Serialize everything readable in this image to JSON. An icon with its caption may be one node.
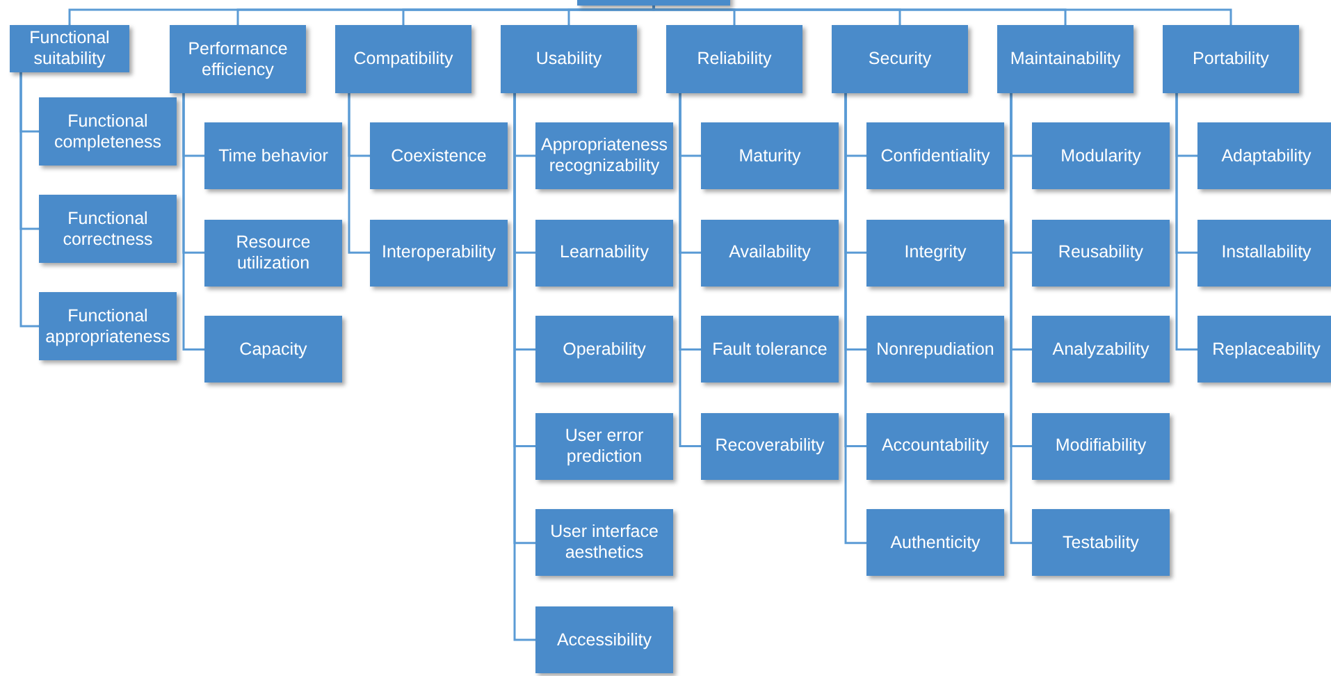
{
  "diagram": {
    "nodes": [
      {
        "text": [],
        "shape": "box"
      },
      {
        "text": [
          "Functional suitability"
        ]
      },
      {
        "text": [
          "Functional completeness"
        ]
      },
      {
        "text": [
          "Functional correctness"
        ]
      },
      {
        "text": [
          "Functional appropriateness"
        ]
      },
      {
        "text": [
          "Performance efficiency"
        ]
      },
      {
        "text": [
          "Time behavior"
        ]
      },
      {
        "text": [
          "Resource utilization"
        ]
      },
      {
        "text": [
          "Capacity"
        ]
      },
      {
        "text": [
          "Compatibility"
        ]
      },
      {
        "text": [
          "Coexistence"
        ]
      },
      {
        "text": [
          "Interoperability"
        ]
      },
      {
        "text": [
          "Usability"
        ]
      },
      {
        "text": [
          "Appropriateness recognizability"
        ]
      },
      {
        "text": [
          "Learnability"
        ]
      },
      {
        "text": [
          "Operability"
        ]
      },
      {
        "text": [
          "User error prediction"
        ]
      },
      {
        "text": [
          "User interface aesthetics"
        ]
      },
      {
        "text": [
          "Accessibility"
        ]
      },
      {
        "text": [
          "Reliability"
        ]
      },
      {
        "text": [
          "Maturity"
        ]
      },
      {
        "text": [
          "Availability"
        ]
      },
      {
        "text": [
          "Fault tolerance"
        ]
      },
      {
        "text": [
          "Recoverability"
        ]
      },
      {
        "text": [
          "Security"
        ]
      },
      {
        "text": [
          "Confidentiality"
        ]
      },
      {
        "text": [
          "Integrity"
        ]
      },
      {
        "text": [
          "Nonrepudiation"
        ]
      },
      {
        "text": [
          "Accountability"
        ]
      },
      {
        "text": [
          "Authenticity"
        ]
      },
      {
        "text": [
          "Maintainability"
        ]
      },
      {
        "text": [
          "Modularity"
        ]
      },
      {
        "text": [
          "Reusability"
        ]
      },
      {
        "text": [
          "Analyzability"
        ]
      },
      {
        "text": [
          "Modifiability"
        ]
      },
      {
        "text": [
          "Testability"
        ]
      },
      {
        "text": [
          "Portability"
        ]
      },
      {
        "text": [
          "Adaptability"
        ]
      },
      {
        "text": [
          "Installability"
        ]
      },
      {
        "text": [
          "Replaceability"
        ]
      }
    ],
    "edges": [
      {
        "from": 0,
        "to": 1,
        "arrow": "none"
      },
      {
        "from": 0,
        "to": 5,
        "arrow": "none"
      },
      {
        "from": 0,
        "to": 9,
        "arrow": "none"
      },
      {
        "from": 0,
        "to": 12,
        "arrow": "none"
      },
      {
        "from": 0,
        "to": 19,
        "arrow": "none"
      },
      {
        "from": 0,
        "to": 24,
        "arrow": "none"
      },
      {
        "from": 0,
        "to": 30,
        "arrow": "none"
      },
      {
        "from": 0,
        "to": 36,
        "arrow": "none"
      },
      {
        "from": 1,
        "to": 2,
        "arrow": "none"
      },
      {
        "from": 1,
        "to": 3,
        "arrow": "none"
      },
      {
        "from": 1,
        "to": 4,
        "arrow": "none"
      },
      {
        "from": 5,
        "to": 6,
        "arrow": "none"
      },
      {
        "from": 5,
        "to": 7,
        "arrow": "none"
      },
      {
        "from": 5,
        "to": 8,
        "arrow": "none"
      },
      {
        "from": 9,
        "to": 10,
        "arrow": "none"
      },
      {
        "from": 9,
        "to": 11,
        "arrow": "none"
      },
      {
        "from": 12,
        "to": 13,
        "arrow": "none"
      },
      {
        "from": 12,
        "to": 14,
        "arrow": "none"
      },
      {
        "from": 12,
        "to": 15,
        "arrow": "none"
      },
      {
        "from": 12,
        "to": 16,
        "arrow": "none"
      },
      {
        "from": 12,
        "to": 17,
        "arrow": "none"
      },
      {
        "from": 12,
        "to": 18,
        "arrow": "none"
      },
      {
        "from": 19,
        "to": 20,
        "arrow": "none"
      },
      {
        "from": 19,
        "to": 21,
        "arrow": "none"
      },
      {
        "from": 19,
        "to": 22,
        "arrow": "none"
      },
      {
        "from": 19,
        "to": 23,
        "arrow": "none"
      },
      {
        "from": 24,
        "to": 25,
        "arrow": "none"
      },
      {
        "from": 24,
        "to": 26,
        "arrow": "none"
      },
      {
        "from": 24,
        "to": 27,
        "arrow": "none"
      },
      {
        "from": 24,
        "to": 28,
        "arrow": "none"
      },
      {
        "from": 24,
        "to": 29,
        "arrow": "none"
      },
      {
        "from": 30,
        "to": 31,
        "arrow": "none"
      },
      {
        "from": 30,
        "to": 32,
        "arrow": "none"
      },
      {
        "from": 30,
        "to": 33,
        "arrow": "none"
      },
      {
        "from": 30,
        "to": 34,
        "arrow": "none"
      },
      {
        "from": 30,
        "to": 35,
        "arrow": "none"
      },
      {
        "from": 36,
        "to": 37,
        "arrow": "none"
      },
      {
        "from": 36,
        "to": 38,
        "arrow": "none"
      },
      {
        "from": 36,
        "to": 39,
        "arrow": "none"
      }
    ]
  }
}
